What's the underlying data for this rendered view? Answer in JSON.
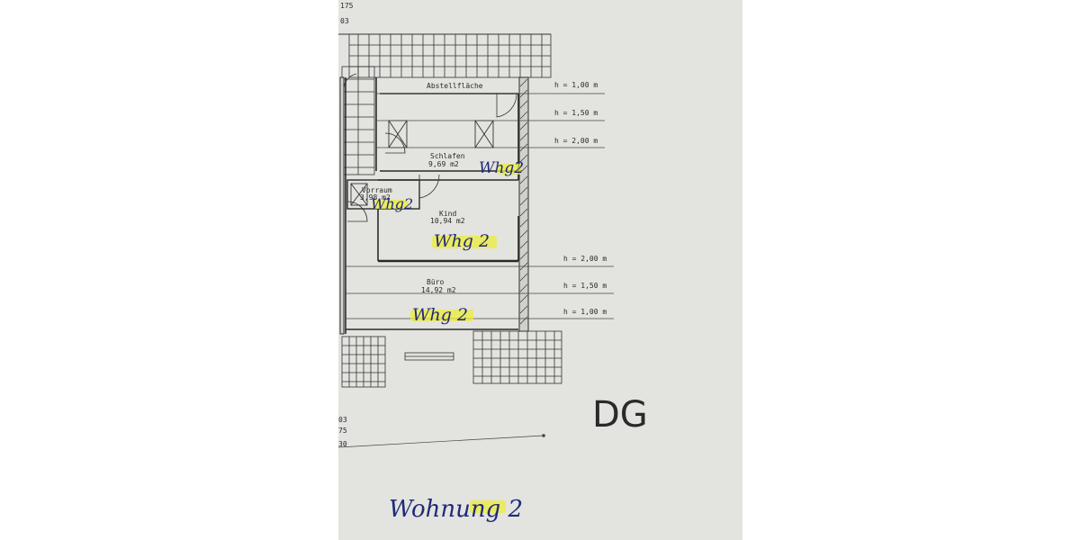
{
  "rooms": {
    "abstellflaeche": "Abstellfläche",
    "schlafen": {
      "name": "Schlafen",
      "area": "9,69 m2",
      "tag": "Whg2"
    },
    "vorraum": {
      "name": "Vorraum",
      "area": "3,98 m2",
      "tag": "Whg2"
    },
    "kind": {
      "name": "Kind",
      "area": "10,94 m2",
      "tag": "Whg 2"
    },
    "buero": {
      "name": "Büro",
      "area": "14,92 m2",
      "tag": "Whg 2"
    }
  },
  "heights_top": [
    "h = 1,00 m",
    "h = 1,50 m",
    "h = 2,00 m"
  ],
  "heights_bottom": [
    "h = 2,00 m",
    "h = 1,50 m",
    "h = 1,00 m"
  ],
  "margin_top": [
    "175",
    "03"
  ],
  "margin_bottom": [
    "03",
    "75",
    "30"
  ],
  "floor_label": "DG",
  "apartment_label": "Wohnung 2",
  "colors": {
    "paper": "#e3e3df",
    "ink": "#2a2a2a",
    "pen": "#1f2a78",
    "highlighter": "#ecec3a"
  }
}
